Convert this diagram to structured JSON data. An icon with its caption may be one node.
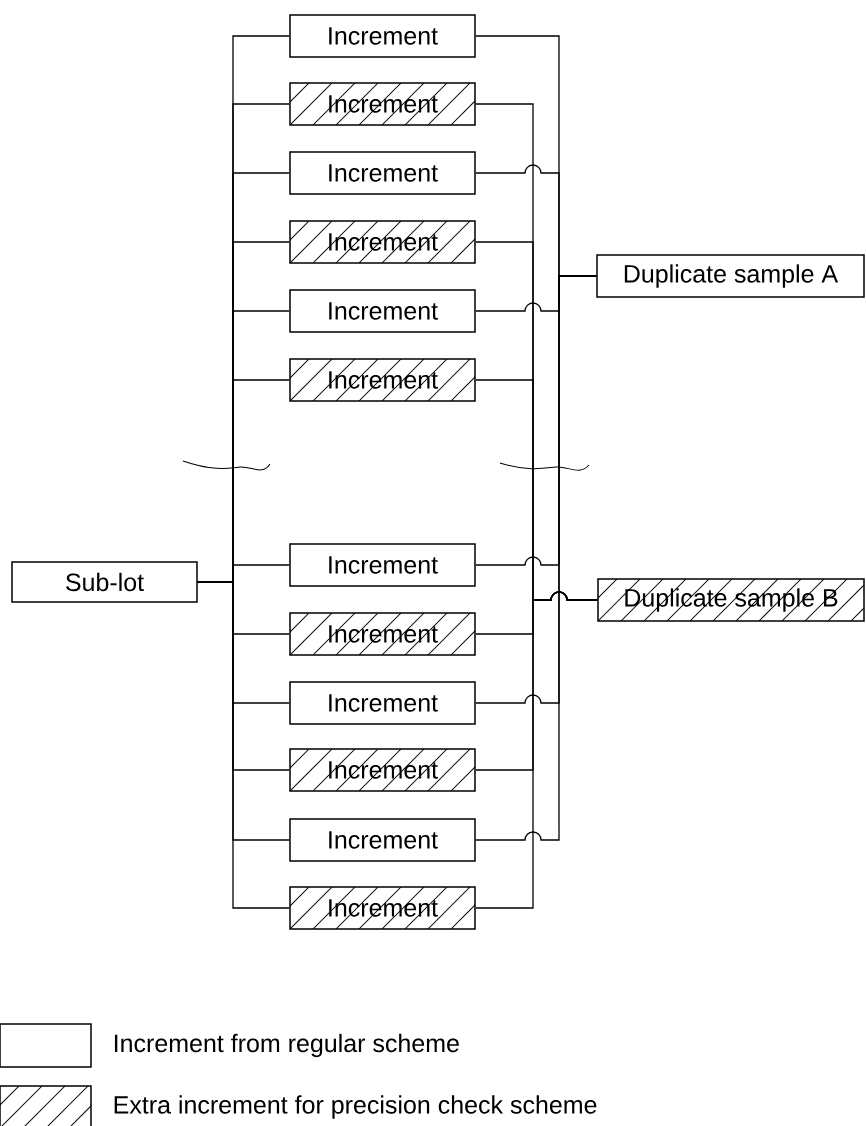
{
  "diagram": {
    "nodes": [
      {
        "text": [
          "Increment"
        ]
      },
      {
        "text": [
          "Increment"
        ]
      },
      {
        "text": [
          "Increment"
        ]
      },
      {
        "text": [
          "Increment"
        ]
      },
      {
        "text": [
          "Increment"
        ]
      },
      {
        "text": [
          "Increment"
        ]
      },
      {
        "text": [
          "Increment"
        ]
      },
      {
        "text": [
          "Increment"
        ]
      },
      {
        "text": [
          "Increment"
        ]
      },
      {
        "text": [
          "Increment"
        ]
      },
      {
        "text": [
          "Increment"
        ]
      },
      {
        "text": [
          "Increment"
        ]
      },
      {
        "text": [
          "Sub-lot"
        ]
      },
      {
        "text": [
          "Duplicate sample A"
        ]
      },
      {
        "text": [
          "Duplicate sample B"
        ]
      }
    ],
    "edges": [
      {
        "from": 12,
        "to": 0,
        "arrow": "none"
      },
      {
        "from": 12,
        "to": 1,
        "arrow": "none"
      },
      {
        "from": 12,
        "to": 2,
        "arrow": "none"
      },
      {
        "from": 12,
        "to": 3,
        "arrow": "none"
      },
      {
        "from": 12,
        "to": 4,
        "arrow": "none"
      },
      {
        "from": 12,
        "to": 5,
        "arrow": "none"
      },
      {
        "from": 12,
        "to": 6,
        "arrow": "none"
      },
      {
        "from": 12,
        "to": 7,
        "arrow": "none"
      },
      {
        "from": 12,
        "to": 8,
        "arrow": "none"
      },
      {
        "from": 12,
        "to": 9,
        "arrow": "none"
      },
      {
        "from": 12,
        "to": 10,
        "arrow": "none"
      },
      {
        "from": 12,
        "to": 11,
        "arrow": "none"
      },
      {
        "from": 0,
        "to": 13,
        "arrow": "none"
      },
      {
        "from": 1,
        "to": 14,
        "arrow": "none"
      },
      {
        "from": 2,
        "to": 13,
        "arrow": "none"
      },
      {
        "from": 3,
        "to": 14,
        "arrow": "none"
      },
      {
        "from": 4,
        "to": 13,
        "arrow": "none"
      },
      {
        "from": 5,
        "to": 14,
        "arrow": "none"
      },
      {
        "from": 6,
        "to": 13,
        "arrow": "none"
      },
      {
        "from": 7,
        "to": 14,
        "arrow": "none"
      },
      {
        "from": 8,
        "to": 13,
        "arrow": "none"
      },
      {
        "from": 9,
        "to": 14,
        "arrow": "none"
      },
      {
        "from": 10,
        "to": 13,
        "arrow": "none"
      },
      {
        "from": 11,
        "to": 14,
        "arrow": "none"
      }
    ],
    "legend": [
      {
        "text": "Increment from regular scheme"
      },
      {
        "text": "Extra increment for precision check scheme"
      }
    ]
  }
}
